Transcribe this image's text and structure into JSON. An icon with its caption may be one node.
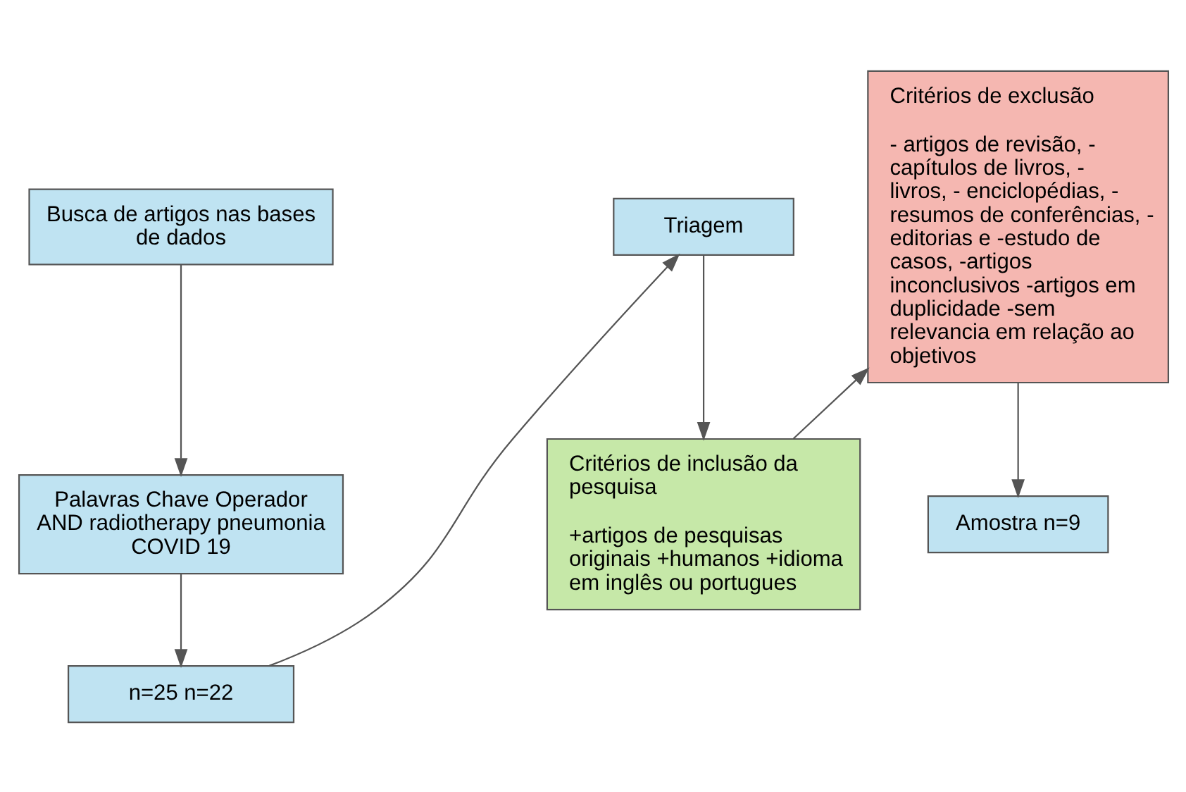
{
  "diagram": {
    "nodes": [
      {
        "text": [
          "Busca de artigos nas bases de dados"
        ]
      },
      {
        "text": [
          "Palavras Chave Operador AND radiotherapy pneumonia COVID 19"
        ]
      },
      {
        "text": [
          "n=25 n=22"
        ]
      },
      {
        "text": [
          "Triagem"
        ]
      },
      {
        "text": [
          "Critérios de inclusão da pesquisa",
          "+artigos de pesquisas originais +humanos +idioma em inglês ou portugues"
        ]
      },
      {
        "text": [
          "Critérios de exclusão",
          "- artigos de revisão, - capítulos de livros, - livros, - enciclopédias, - resumos de conferências, - editorias e -estudo de casos, -artigos inconclusivos -artigos em duplicidade -sem relevancia em relação ao objetivos"
        ]
      },
      {
        "text": [
          "Amostra n=9"
        ]
      }
    ],
    "edges": [
      {
        "from": 0,
        "to": 1,
        "arrow": "to"
      },
      {
        "from": 1,
        "to": 2,
        "arrow": "to"
      },
      {
        "from": 2,
        "to": 3,
        "arrow": "to"
      },
      {
        "from": 3,
        "to": 4,
        "arrow": "to"
      },
      {
        "from": 4,
        "to": 5,
        "arrow": "to"
      },
      {
        "from": 5,
        "to": 6,
        "arrow": "to"
      }
    ]
  }
}
